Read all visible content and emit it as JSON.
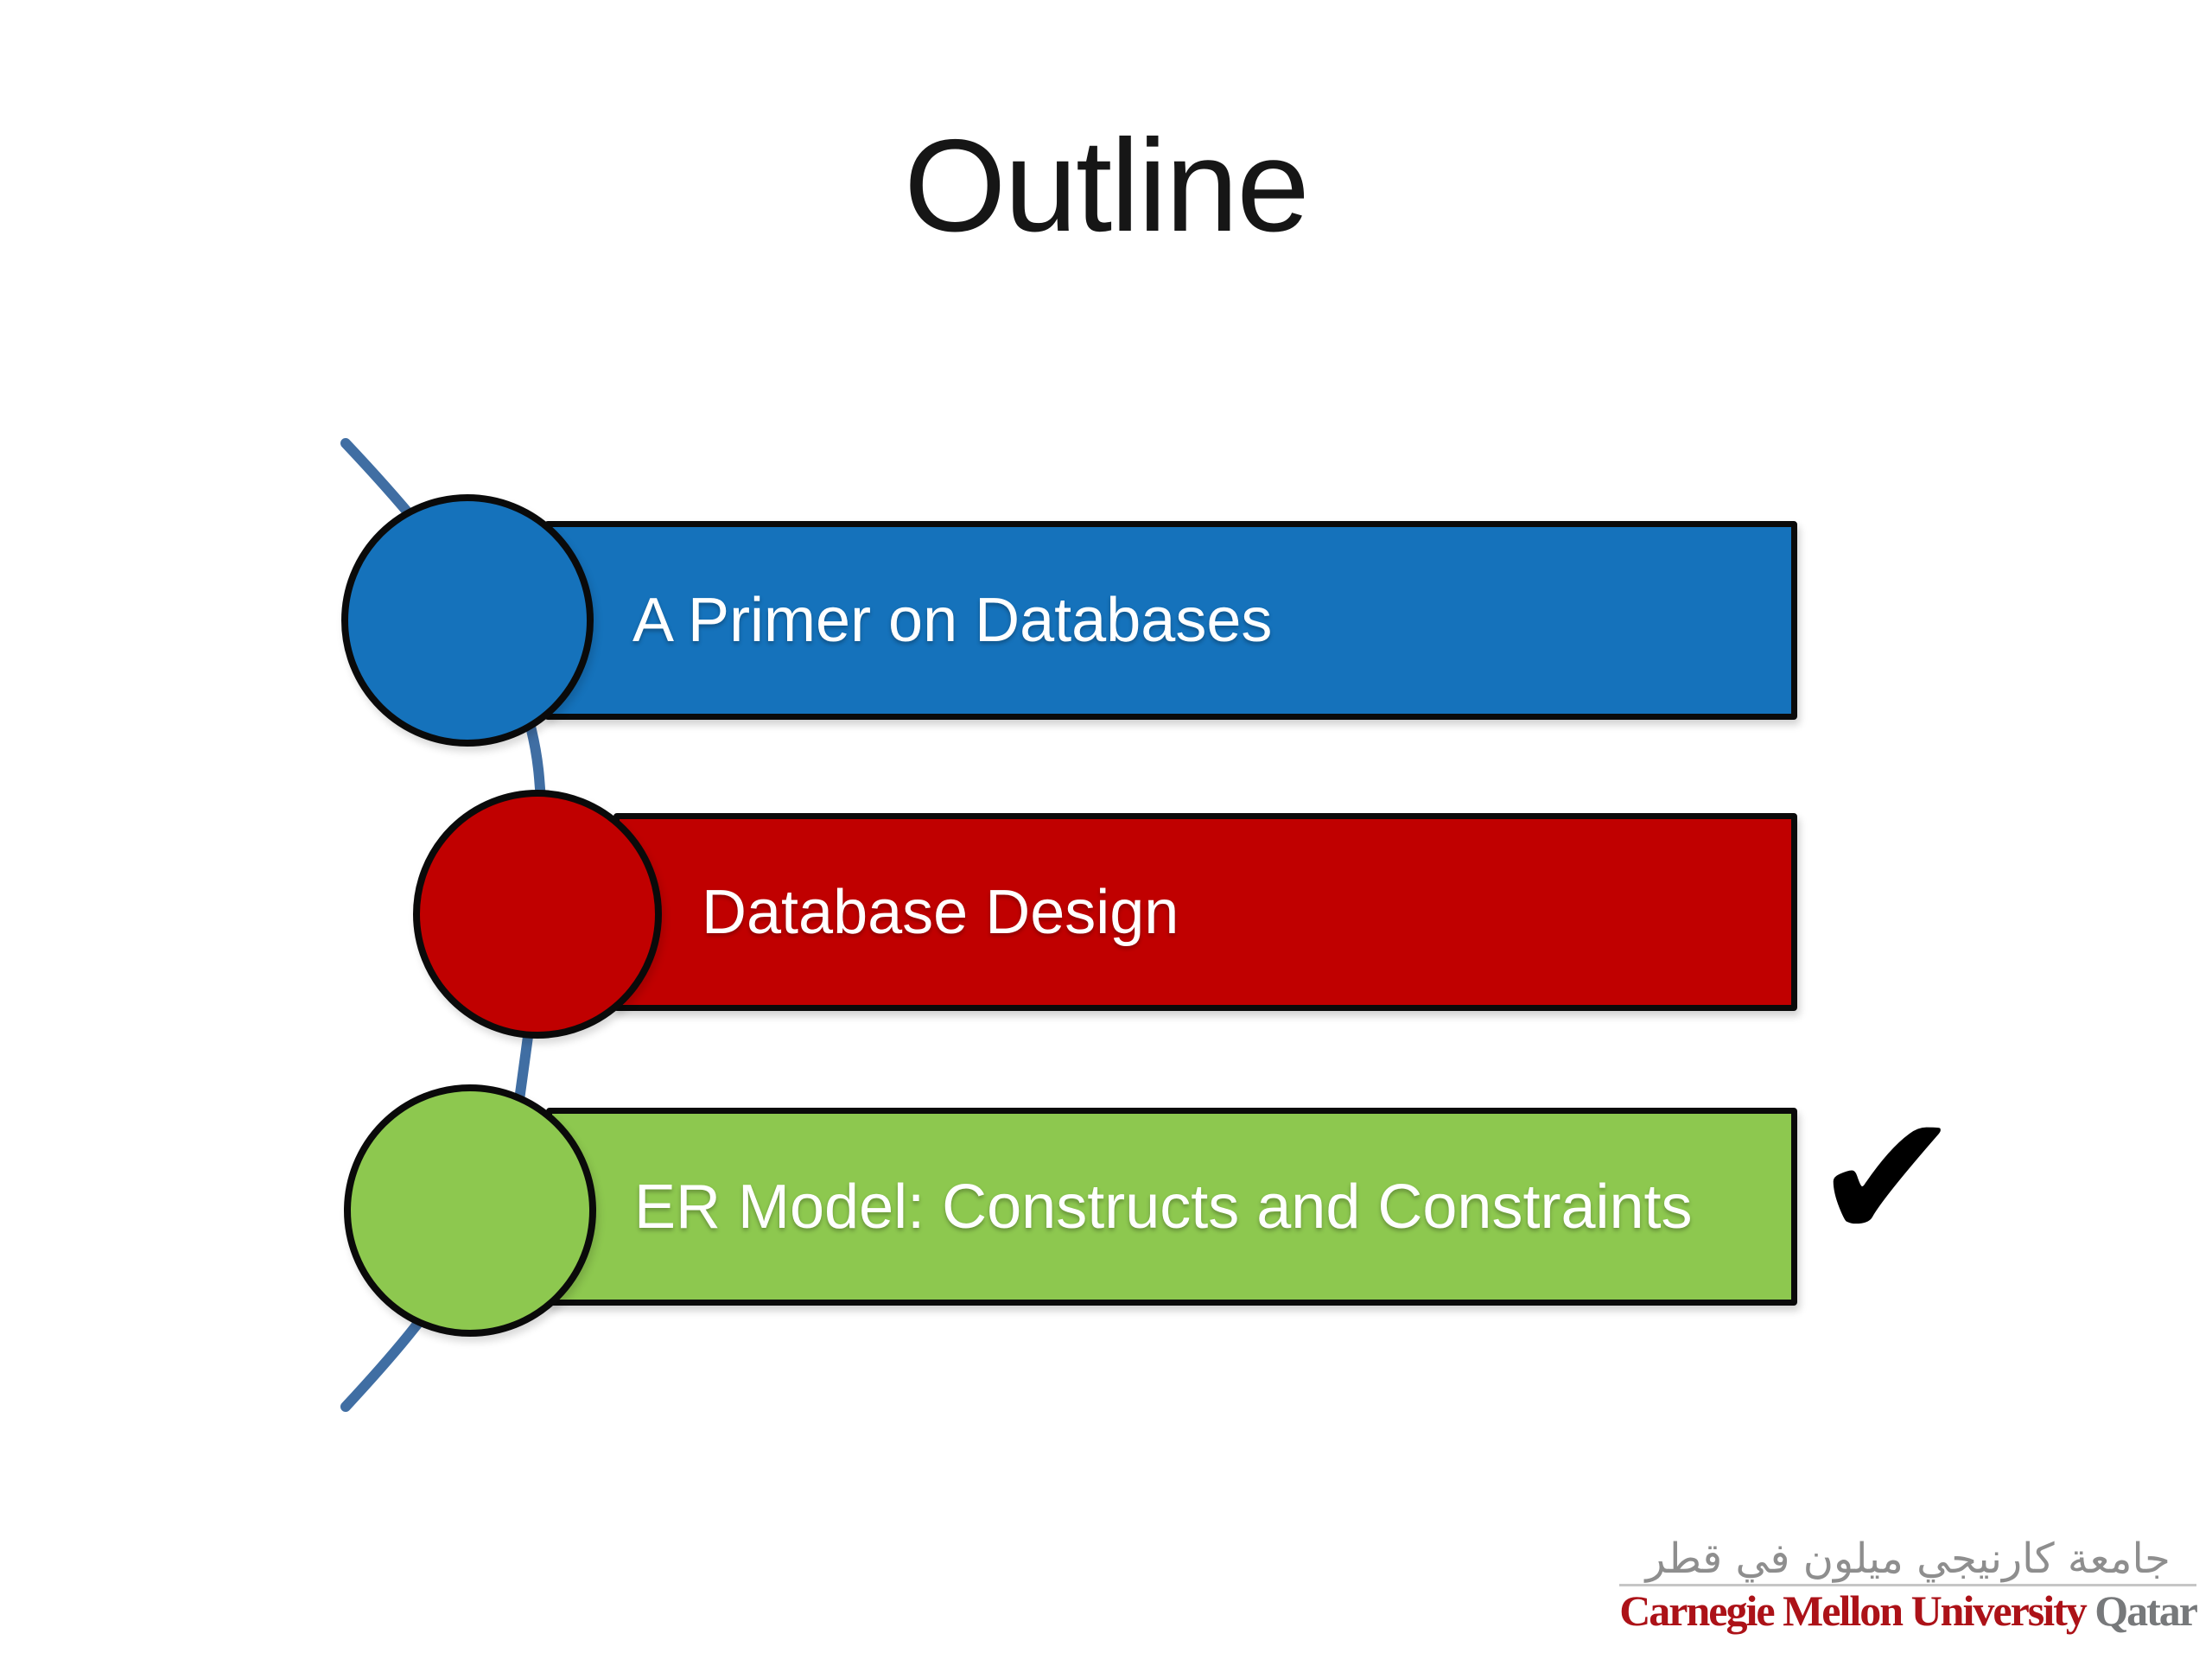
{
  "slide": {
    "title": "Outline",
    "background_color": "#ffffff"
  },
  "outline_items": [
    {
      "label": "A Primer on Databases",
      "fill": "#1572BB",
      "checked": false
    },
    {
      "label": "Database Design",
      "fill": "#C00000",
      "checked": false
    },
    {
      "label": "ER Model: Constructs and Constraints",
      "fill": "#8DC84F",
      "checked": true
    }
  ],
  "checkmark": {
    "glyph": "✔",
    "color": "#000000"
  },
  "connector": {
    "color": "#406EA3"
  },
  "logo": {
    "arabic": "جامعة كارنيجي ميلون في قطر",
    "english_main": "Carnegie Mellon University",
    "english_suffix": " Qatar",
    "arabic_color": "#8e8e8e",
    "main_color": "#AC1218",
    "suffix_color": "#77797B"
  }
}
